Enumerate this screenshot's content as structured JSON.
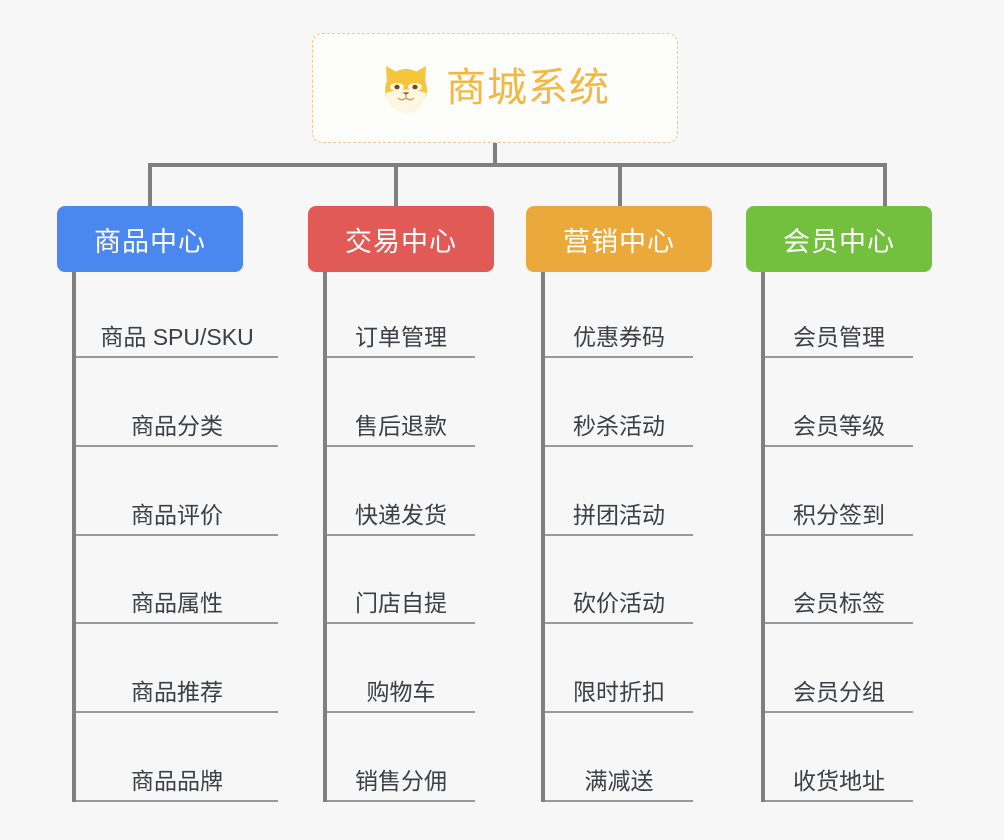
{
  "root": {
    "title": "商城系统",
    "icon": "shiba-dog-icon",
    "accent_color": "#f2b840",
    "card_background": "#fdfdfb",
    "card_border_color": "#f0c987"
  },
  "canvas": {
    "background": "#f7f7f7",
    "connector_color": "#808080"
  },
  "columns": [
    {
      "label": "商品中心",
      "color": "#4a87ee",
      "items": [
        "商品 SPU/SKU",
        "商品分类",
        "商品评价",
        "商品属性",
        "商品推荐",
        "商品品牌"
      ]
    },
    {
      "label": "交易中心",
      "color": "#e25a56",
      "items": [
        "订单管理",
        "售后退款",
        "快递发货",
        "门店自提",
        "购物车",
        "销售分佣"
      ]
    },
    {
      "label": "营销中心",
      "color": "#eaa93a",
      "items": [
        "优惠券码",
        "秒杀活动",
        "拼团活动",
        "砍价活动",
        "限时折扣",
        "满减送"
      ]
    },
    {
      "label": "会员中心",
      "color": "#72c03d",
      "items": [
        "会员管理",
        "会员等级",
        "积分签到",
        "会员标签",
        "会员分组",
        "收货地址"
      ]
    }
  ]
}
